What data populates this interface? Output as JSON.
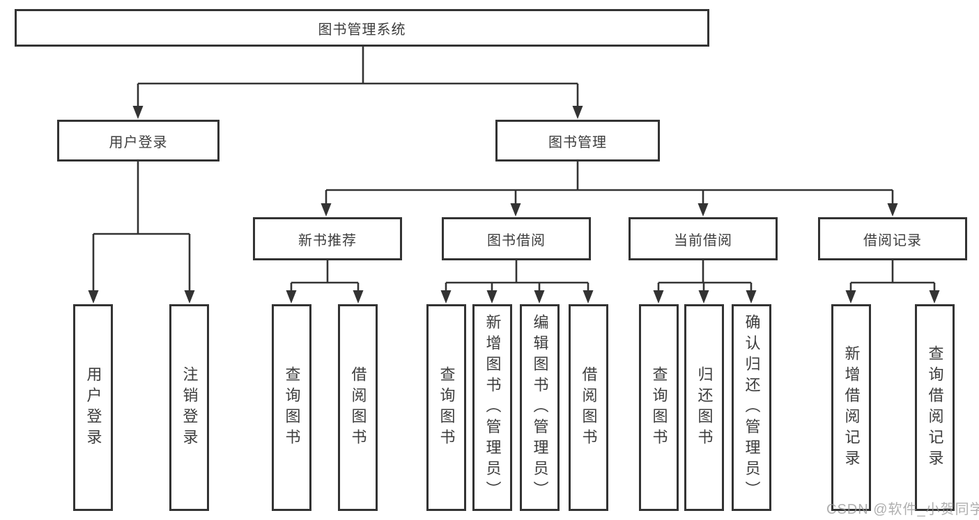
{
  "diagram": {
    "type": "hierarchy-tree",
    "root": {
      "label": "图书管理系统"
    },
    "level2": [
      {
        "id": "user-login",
        "label": "用户登录",
        "parent": "图书管理系统"
      },
      {
        "id": "book-management",
        "label": "图书管理",
        "parent": "图书管理系统"
      }
    ],
    "level3": [
      {
        "id": "new-book-recommend",
        "label": "新书推荐",
        "parent": "图书管理"
      },
      {
        "id": "book-borrow",
        "label": "图书借阅",
        "parent": "图书管理"
      },
      {
        "id": "current-borrow",
        "label": "当前借阅",
        "parent": "图书管理"
      },
      {
        "id": "borrow-records",
        "label": "借阅记录",
        "parent": "图书管理"
      }
    ],
    "leaves": [
      {
        "label": "用户登录",
        "parent": "用户登录"
      },
      {
        "label": "注销登录",
        "parent": "用户登录"
      },
      {
        "label": "查询图书",
        "parent": "新书推荐"
      },
      {
        "label": "借阅图书",
        "parent": "新书推荐"
      },
      {
        "label": "查询图书",
        "parent": "图书借阅"
      },
      {
        "label": "新增图书（管理员）",
        "parent": "图书借阅"
      },
      {
        "label": "编辑图书（管理员）",
        "parent": "图书借阅"
      },
      {
        "label": "借阅图书",
        "parent": "图书借阅"
      },
      {
        "label": "查询图书",
        "parent": "当前借阅"
      },
      {
        "label": "归还图书",
        "parent": "当前借阅"
      },
      {
        "label": "确认归还（管理员）",
        "parent": "当前借阅"
      },
      {
        "label": "新增借阅记录",
        "parent": "借阅记录"
      },
      {
        "label": "查询借阅记录",
        "parent": "借阅记录"
      }
    ],
    "watermark": "CSDN @软件_小贺同学",
    "colors": {
      "line": "#333333",
      "box_border": "#333333",
      "box_background": "#ffffff",
      "text": "#3d3d3d",
      "watermark": "#949494"
    }
  }
}
